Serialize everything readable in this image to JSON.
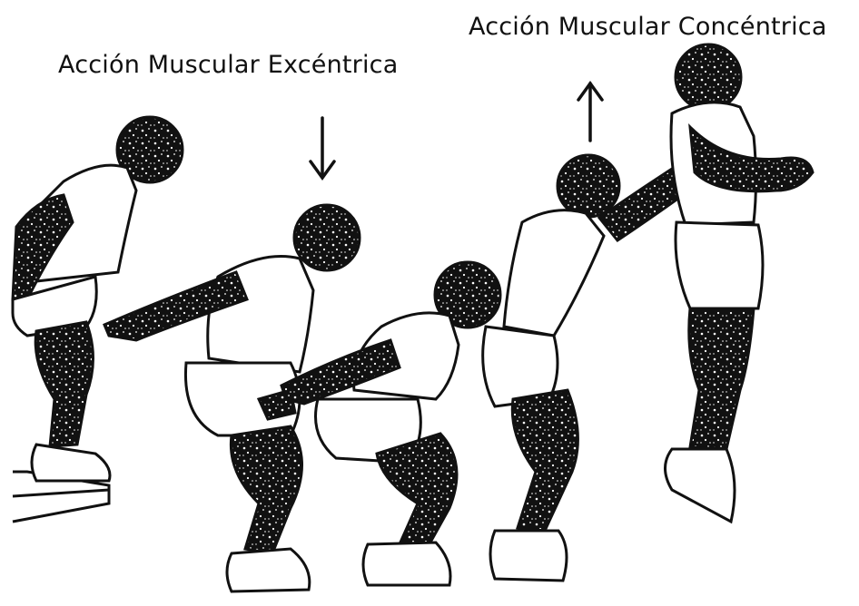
{
  "labels": {
    "eccentric": "Acción Muscular Excéntrica",
    "concentric": "Acción Muscular Concéntrica"
  },
  "colors": {
    "ink": "#111111",
    "paper": "#ffffff"
  },
  "figure": {
    "athlete_poses": [
      "standing-on-box",
      "landing-crouch",
      "deep-squat",
      "extension",
      "airborne-jump"
    ],
    "arrows": [
      "down-arrow-icon",
      "up-arrow-icon"
    ]
  }
}
